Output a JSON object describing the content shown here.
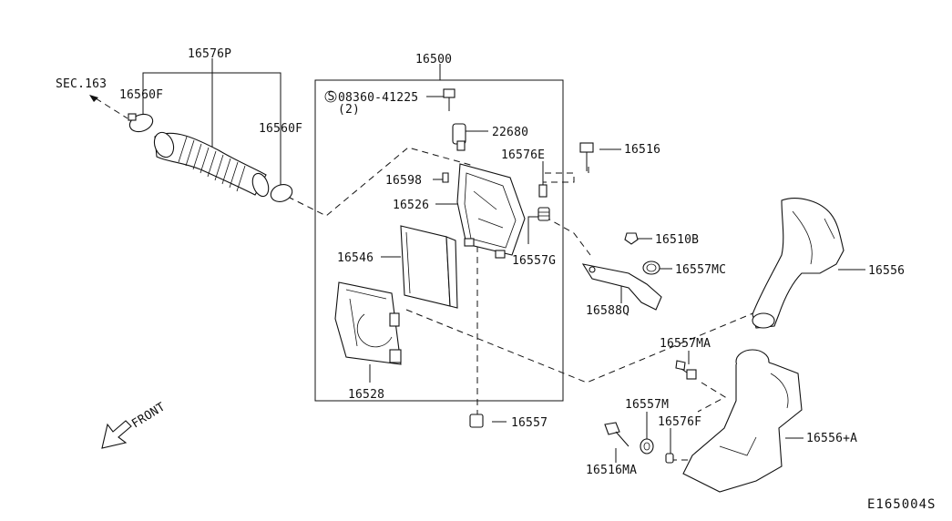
{
  "diagram": {
    "code": "E165004S",
    "front_label": "FRONT",
    "sec_ref": "SEC.163",
    "bolt_ref": "08360-41225",
    "bolt_qty": "(2)",
    "parts": {
      "p16576P": "16576P",
      "p16560F_a": "16560F",
      "p16560F_b": "16560F",
      "p16500": "16500",
      "p22680": "22680",
      "p16576E": "16576E",
      "p16598": "16598",
      "p16526": "16526",
      "p16546": "16546",
      "p16557G": "16557G",
      "p16528": "16528",
      "p16557": "16557",
      "p16516": "16516",
      "p16510B": "16510B",
      "p16557MC": "16557MC",
      "p16588Q": "16588Q",
      "p16556": "16556",
      "p16557MA": "16557MA",
      "p16557M": "16557M",
      "p16576F": "16576F",
      "p16556A": "16556+A",
      "p16516MA": "16516MA"
    }
  }
}
